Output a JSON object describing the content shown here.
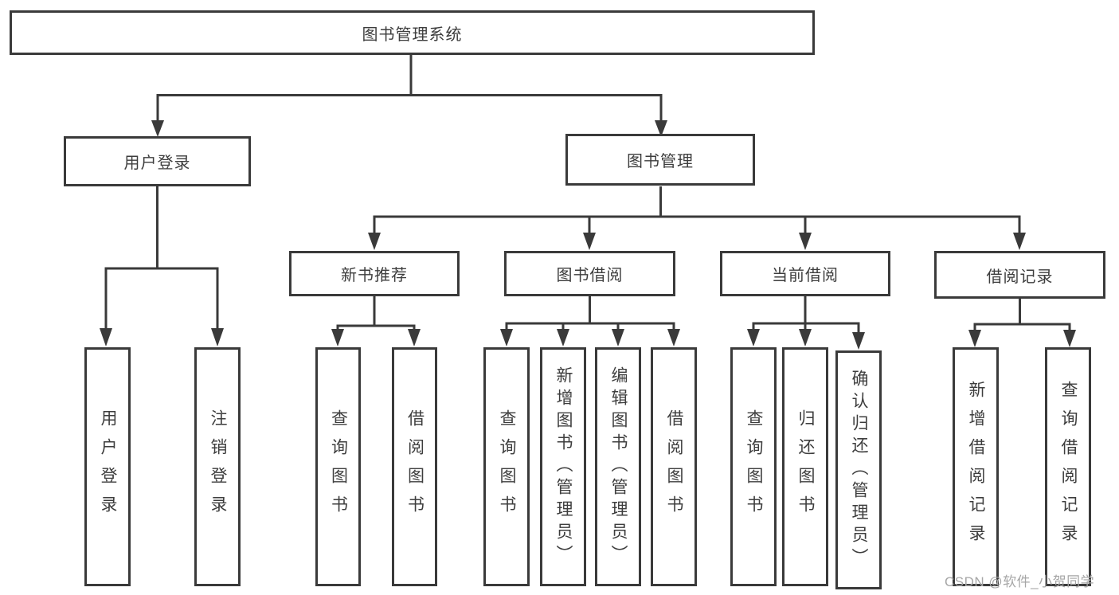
{
  "title": {
    "label": "图书管理系统"
  },
  "level2": {
    "user_login": "用户登录",
    "book_mgmt": "图书管理"
  },
  "level3": {
    "new_books": "新书推荐",
    "book_borrow": "图书借阅",
    "current_borrow": "当前借阅",
    "borrow_records": "借阅记录"
  },
  "leaves": {
    "user_login": [
      "用户登录",
      "注销登录"
    ],
    "new_books": [
      "查询图书",
      "借阅图书"
    ],
    "book_borrow": [
      "查询图书",
      "新增图书（管理员）",
      "编辑图书（管理员）",
      "借阅图书"
    ],
    "current_borrow": [
      "查询图书",
      "归还图书",
      "确认归还（管理员）"
    ],
    "borrow_records": [
      "新增借阅记录",
      "查询借阅记录"
    ]
  },
  "watermark": "CSDN @软件_小贺同学",
  "colors": {
    "line": "#3a3a3a",
    "text": "#3d3d3d",
    "background": "#ffffff",
    "watermark": "#a6a6a6"
  }
}
